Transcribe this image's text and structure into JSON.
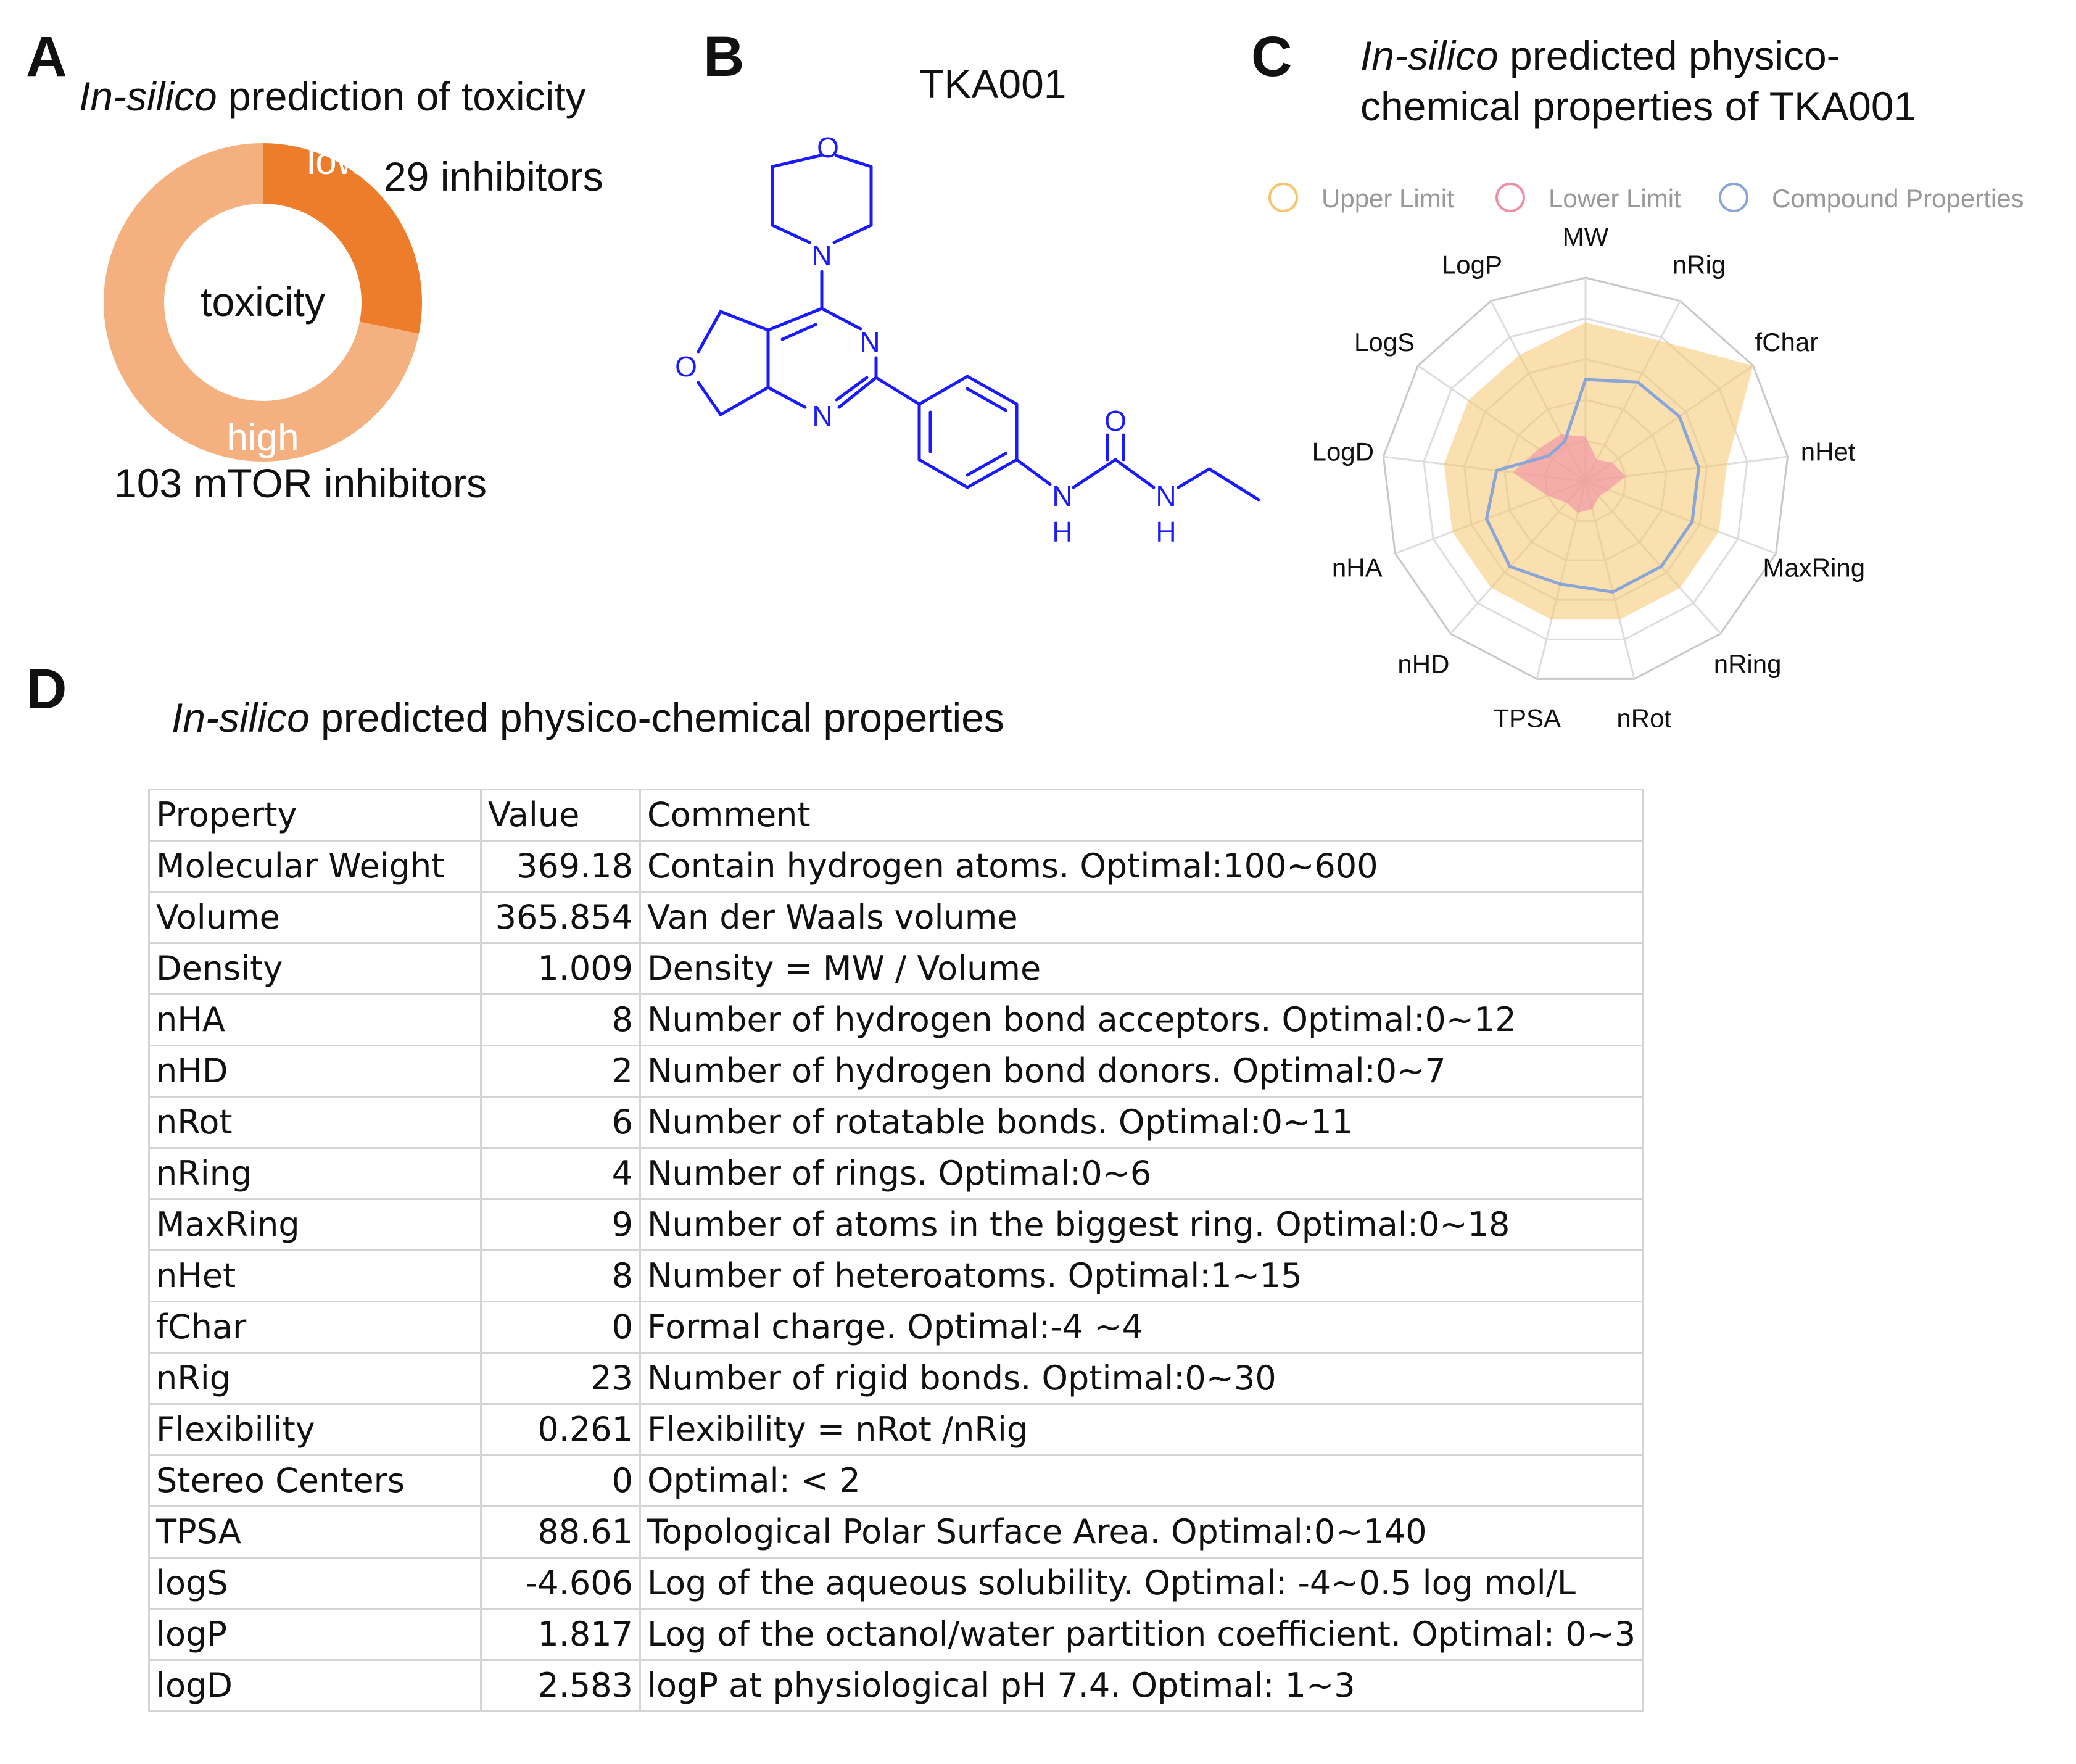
{
  "panels": {
    "a": {
      "letter": "A",
      "title_italic": "In-silico",
      "title_rest": " prediction of toxicity"
    },
    "b": {
      "letter": "B",
      "compound_name": "TKA001"
    },
    "c": {
      "letter": "C",
      "title_italic": "In-silico",
      "title_line1_rest": " predicted physico-",
      "title_line2": "chemical properties of  TKA001"
    },
    "d": {
      "letter": "D",
      "title_italic": "In-silico",
      "title_rest": " predicted physico-chemical properties"
    }
  },
  "chart_data": [
    {
      "type": "pie",
      "variant": "donut",
      "center_label": "toxicity",
      "slices": [
        {
          "label": "low",
          "value": 29,
          "color": "#ee7d2b"
        },
        {
          "label": "high",
          "value": 74,
          "color": "#f4b17f"
        }
      ],
      "annotations": {
        "low": "29 inhibitors",
        "total": "103 mTOR inhibitors"
      }
    },
    {
      "type": "radar",
      "axes": [
        "MW",
        "nRig",
        "fChar",
        "nHet",
        "MaxRing",
        "nRing",
        "nRot",
        "TPSA",
        "nHD",
        "nHA",
        "LogD",
        "LogS",
        "LogP"
      ],
      "rings": 5,
      "legend": {
        "position": "top",
        "entries": [
          "Upper Limit",
          "Lower Limit",
          "Compound Properties"
        ]
      },
      "series": [
        {
          "name": "Upper Limit",
          "color": "#f5c46e",
          "fill": "rgba(245,196,110,0.55)",
          "stroke": "none",
          "values": [
            0.78,
            0.78,
            1.0,
            0.7,
            0.7,
            0.7,
            0.7,
            0.7,
            0.7,
            0.7,
            0.7,
            0.7,
            0.7
          ]
        },
        {
          "name": "Lower Limit",
          "color": "#ee8fa6",
          "fill": "rgba(240,140,165,0.6)",
          "stroke": "none",
          "values": [
            0.22,
            0.12,
            0.16,
            0.2,
            0.12,
            0.1,
            0.14,
            0.16,
            0.14,
            0.2,
            0.36,
            0.28,
            0.26
          ]
        },
        {
          "name": "Compound Properties",
          "color": "#8aa6d6",
          "fill": "none",
          "stroke": "#8aa6d6",
          "values": [
            0.5,
            0.55,
            0.56,
            0.56,
            0.56,
            0.56,
            0.56,
            0.52,
            0.56,
            0.52,
            0.44,
            0.22,
            0.22
          ]
        }
      ]
    },
    {
      "type": "table",
      "header": [
        "Property",
        "Value",
        "Comment"
      ],
      "rows": [
        [
          "Molecular Weight",
          "369.18",
          "Contain hydrogen atoms. Optimal:100~600"
        ],
        [
          "Volume",
          "365.854",
          "Van der Waals volume"
        ],
        [
          "Density",
          "1.009",
          "Density = MW / Volume"
        ],
        [
          "nHA",
          "8",
          "Number of hydrogen bond acceptors. Optimal:0~12"
        ],
        [
          "nHD",
          "2",
          "Number of hydrogen bond donors. Optimal:0~7"
        ],
        [
          "nRot",
          "6",
          "Number of rotatable bonds. Optimal:0~11"
        ],
        [
          "nRing",
          "4",
          "Number of rings. Optimal:0~6"
        ],
        [
          "MaxRing",
          "9",
          "Number of atoms in the biggest ring. Optimal:0~18"
        ],
        [
          "nHet",
          "8",
          "Number of heteroatoms. Optimal:1~15"
        ],
        [
          "fChar",
          "0",
          "Formal charge. Optimal:-4 ~4"
        ],
        [
          "nRig",
          "23",
          "Number of rigid bonds. Optimal:0~30"
        ],
        [
          "Flexibility",
          "0.261",
          "Flexibility = nRot /nRig"
        ],
        [
          "Stereo Centers",
          "0",
          "Optimal: < 2"
        ],
        [
          "TPSA",
          "88.61",
          "Topological Polar Surface Area. Optimal:0~140"
        ],
        [
          "logS",
          "-4.606",
          "Log of the aqueous solubility. Optimal: -4~0.5 log mol/L"
        ],
        [
          "logP",
          "1.817",
          "Log of the octanol/water partition coefficient. Optimal: 0~3"
        ],
        [
          "logD",
          "2.583",
          "logP at physiological pH 7.4. Optimal: 1~3"
        ]
      ]
    }
  ],
  "molecule": {
    "color": "#1a1aff",
    "atoms": {
      "o_morpholine": "O",
      "o_furan": "O",
      "n_morpholine": "N",
      "n_pyr_top": "N",
      "n_pyr_bottom": "N",
      "n_urea1": "N",
      "h_urea1": "H",
      "o_urea": "O",
      "n_urea2": "N",
      "h_urea2": "H"
    }
  }
}
